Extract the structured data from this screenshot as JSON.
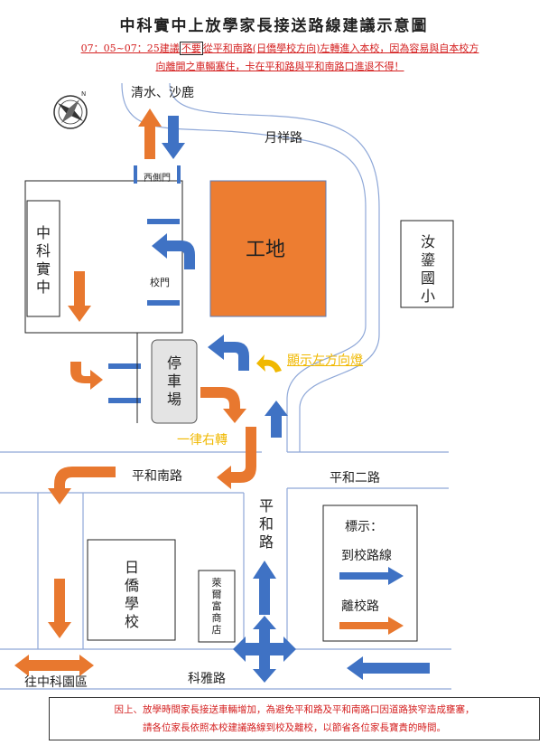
{
  "title": "中科實中上放學家長接送路線建議示意圖",
  "warning": {
    "line1_pre": "07：05~07：25建議",
    "line1_boxed": "不要",
    "line1_post": "從平和南路(日僑學校方向)左轉進入本校，因為容易與自本校方",
    "line2": "向離開之車輛塞住，卡在平和路與平和南路口進退不得！"
  },
  "labels": {
    "qingshui": "清水、沙鹿",
    "yuexiang": "月祥路",
    "west_gate": "西側門",
    "school": "中科實中",
    "school_gate": "校門",
    "site": "工地",
    "elementary": "汝鎏國小",
    "parking": "停車場",
    "left_signal": "顯示左方向燈",
    "right_turn": "一律右轉",
    "pingnan": "平和南路",
    "ping2": "平和二路",
    "pinghe": "平和路",
    "jpschool": "日僑學校",
    "shop": "萊爾富商店",
    "keya": "科雅路",
    "to_park": "往中科園區"
  },
  "legend": {
    "title": "標示：",
    "to_school": "到校路線",
    "from_school": "離校路"
  },
  "notice": {
    "line1": "因上、放學時間家長接送車輛增加，為避免平和路及平和南路口因道路狹窄造成壅塞，",
    "line2": "請各位家長依照本校建議路線到校及離校，以節省各位家長寶貴的時間。"
  },
  "colors": {
    "to_school": "#3f72c4",
    "from_school": "#e8782f",
    "road": "#8fa8d8",
    "site": "#ed7d31",
    "warning": "#d42020",
    "signal": "#f0b800"
  },
  "icons": [
    "compass-icon",
    "turn-signal-icon"
  ]
}
